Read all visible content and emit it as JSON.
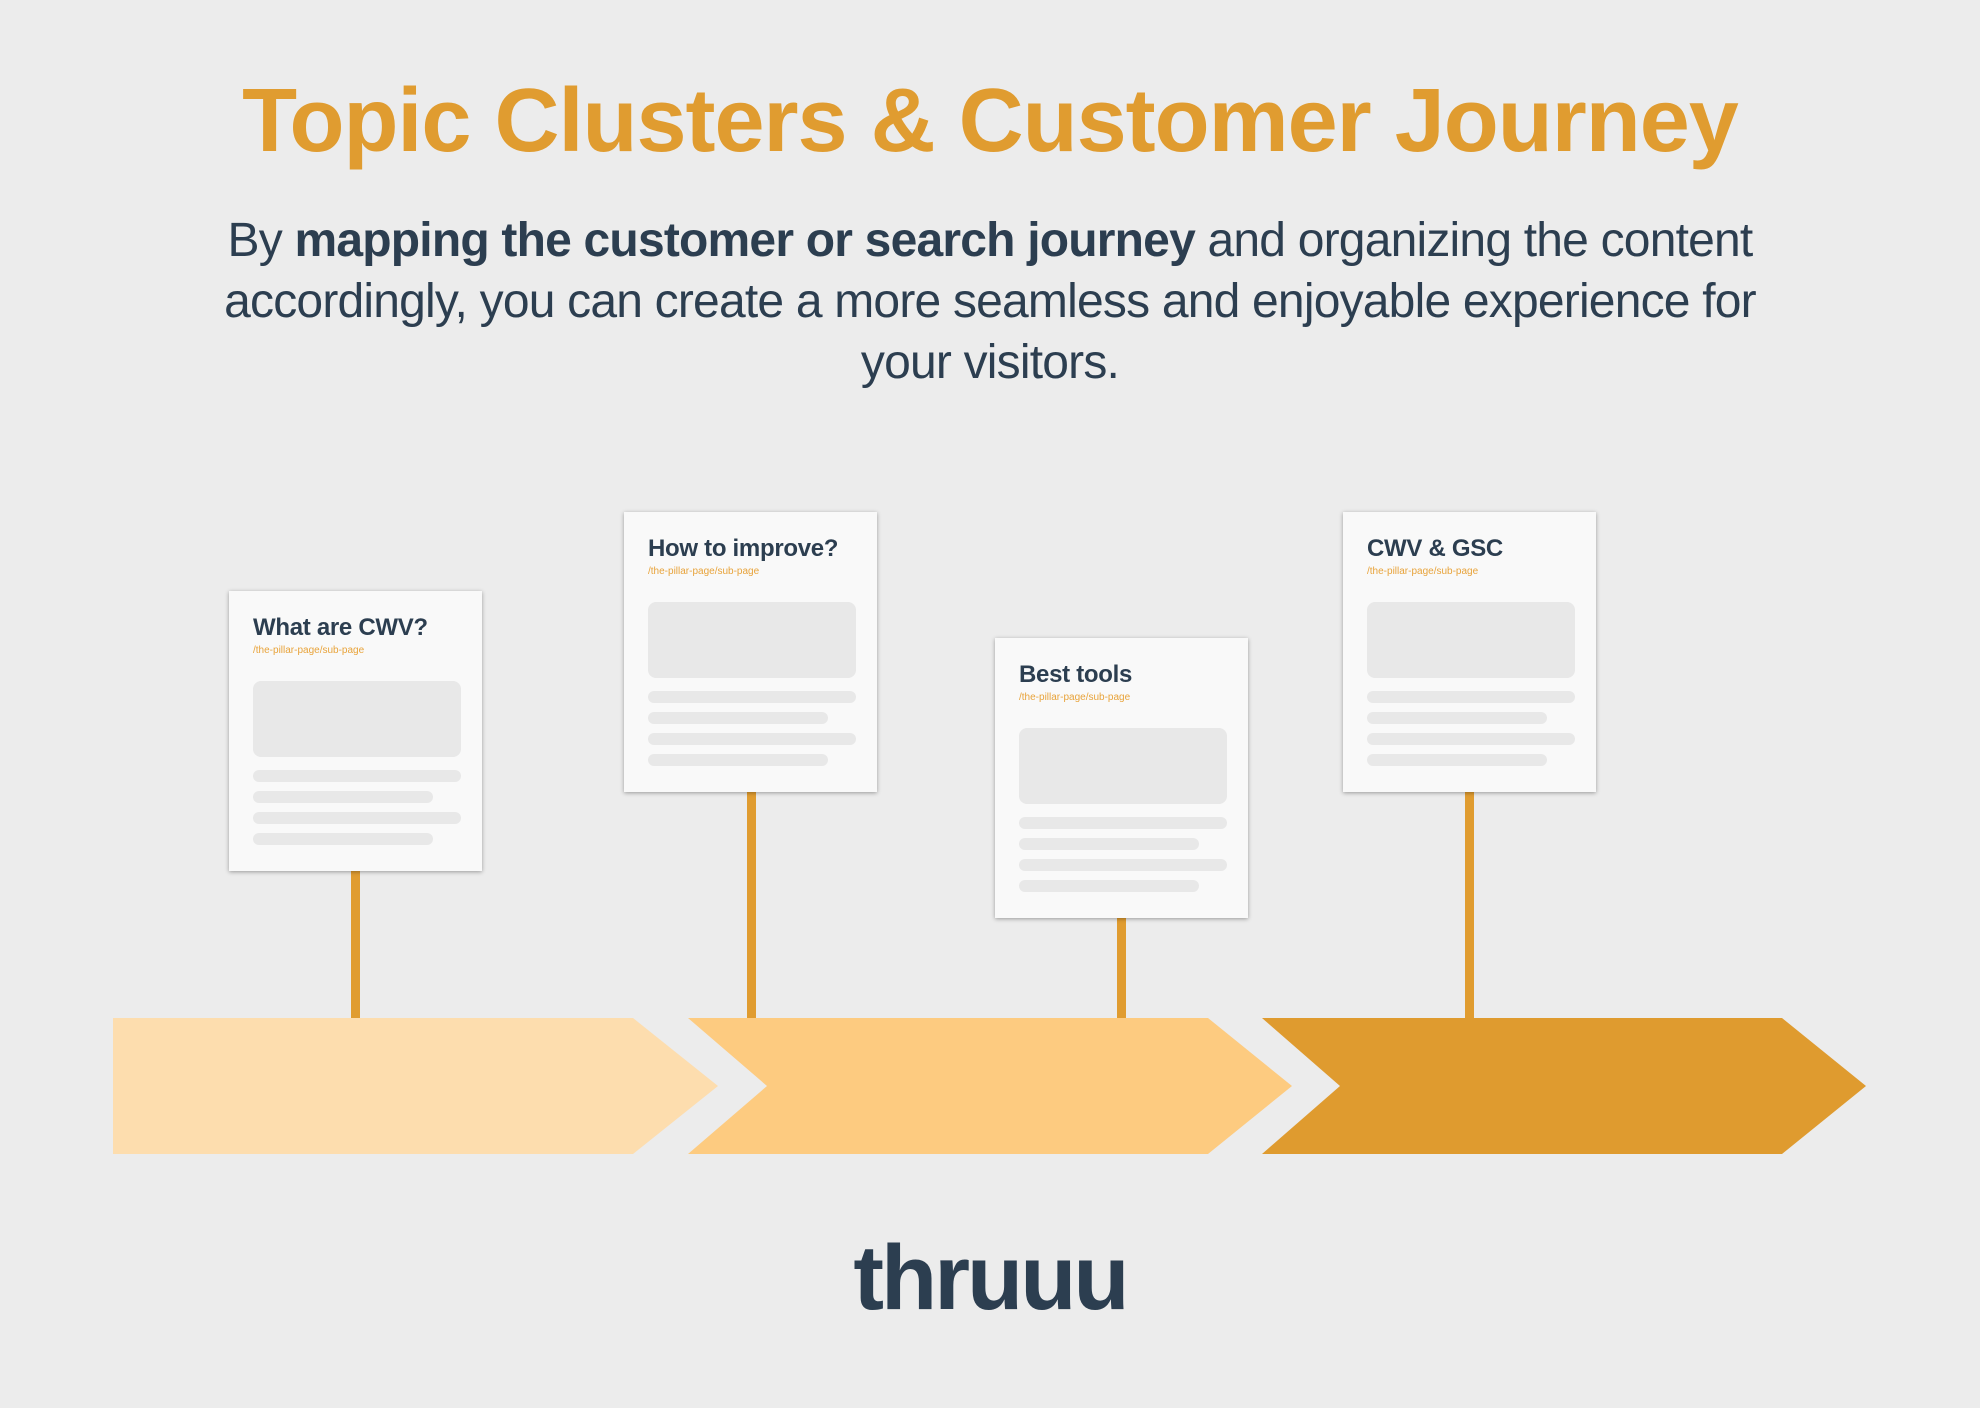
{
  "header": {
    "title": "Topic Clusters & Customer Journey",
    "subtitle": {
      "prefix": "By ",
      "bold": "mapping the customer or search journey",
      "suffix": " and organizing the content accordingly, you can create a more seamless and enjoyable experience for your visitors."
    }
  },
  "colors": {
    "background": "#ECECEC",
    "accent": "#E09C30",
    "text_dark": "#2C3E50",
    "stage_1": "#FDDDAE",
    "stage_2": "#FDCB80",
    "stage_3": "#DF9B2F"
  },
  "journey": {
    "stages": [
      {
        "name": "stage-1",
        "color": "#FDDDAE"
      },
      {
        "name": "stage-2",
        "color": "#FDCB80"
      },
      {
        "name": "stage-3",
        "color": "#DF9B2F"
      }
    ],
    "cards": [
      {
        "title": "What are CWV?",
        "url": "/the-pillar-page/sub-page"
      },
      {
        "title": "How to improve?",
        "url": "/the-pillar-page/sub-page"
      },
      {
        "title": "Best tools",
        "url": "/the-pillar-page/sub-page"
      },
      {
        "title": "CWV & GSC",
        "url": "/the-pillar-page/sub-page"
      }
    ]
  },
  "footer": {
    "logo": "thruuu"
  }
}
